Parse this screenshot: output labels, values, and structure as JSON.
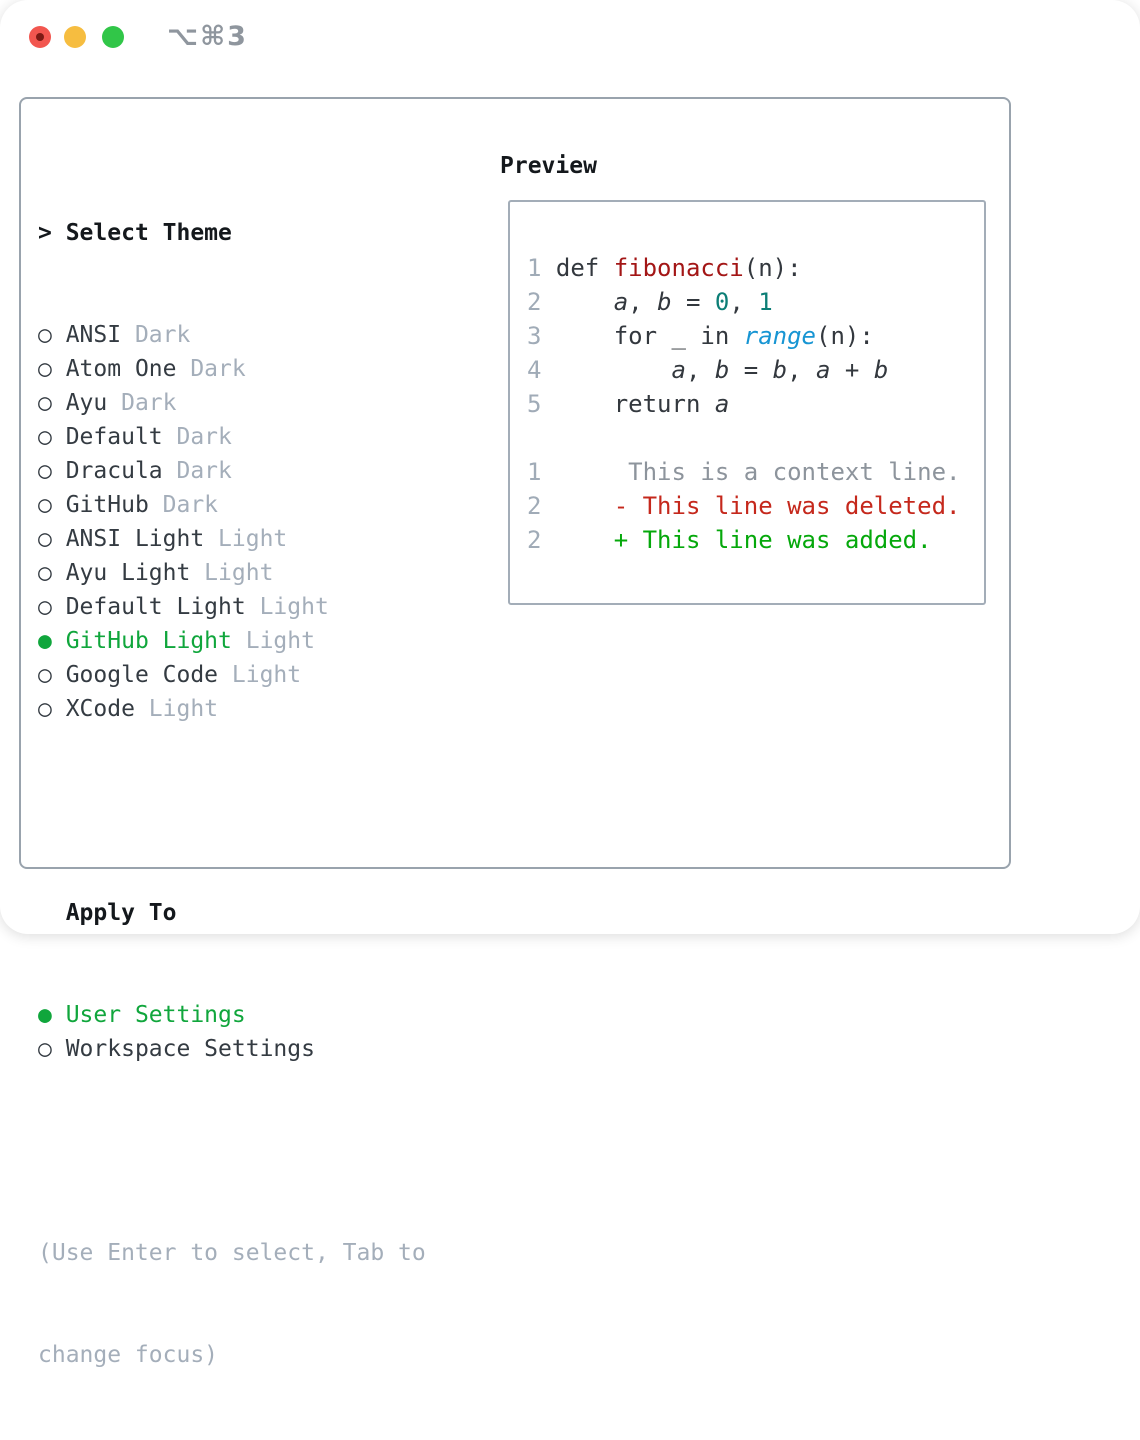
{
  "titlebar": {
    "shortcut": "⌥⌘3",
    "traffic_lights": [
      "close",
      "minimize",
      "zoom"
    ]
  },
  "markers": {
    "header": "> ",
    "unselected": "○ ",
    "selected": "● "
  },
  "theme_picker": {
    "header": "Select Theme",
    "themes": [
      {
        "name": "ANSI",
        "variant": "Dark",
        "selected": false
      },
      {
        "name": "Atom One",
        "variant": "Dark",
        "selected": false
      },
      {
        "name": "Ayu",
        "variant": "Dark",
        "selected": false
      },
      {
        "name": "Default",
        "variant": "Dark",
        "selected": false
      },
      {
        "name": "Dracula",
        "variant": "Dark",
        "selected": false
      },
      {
        "name": "GitHub",
        "variant": "Dark",
        "selected": false
      },
      {
        "name": "ANSI Light",
        "variant": "Light",
        "selected": false
      },
      {
        "name": "Ayu Light",
        "variant": "Light",
        "selected": false
      },
      {
        "name": "Default Light",
        "variant": "Light",
        "selected": false
      },
      {
        "name": "GitHub Light",
        "variant": "Light",
        "selected": true
      },
      {
        "name": "Google Code",
        "variant": "Light",
        "selected": false
      },
      {
        "name": "XCode",
        "variant": "Light",
        "selected": false
      }
    ],
    "apply_to": {
      "label": "Apply To",
      "options": [
        {
          "name": "User Settings",
          "selected": true
        },
        {
          "name": "Workspace Settings",
          "selected": false
        }
      ]
    },
    "hint_lines": [
      "(Use Enter to select, Tab to",
      "change focus)"
    ]
  },
  "preview": {
    "title": "Preview",
    "lines": [
      {
        "kind": "code",
        "segments": [
          [
            "1 ",
            "lnum"
          ],
          [
            "def ",
            "plain"
          ],
          [
            "fibonacci",
            "func"
          ],
          [
            "(n):",
            "plain"
          ]
        ]
      },
      {
        "kind": "code",
        "segments": [
          [
            "2 ",
            "lnum"
          ],
          [
            "    ",
            "plain"
          ],
          [
            "a",
            "varname"
          ],
          [
            ", ",
            "plain"
          ],
          [
            "b",
            "varname"
          ],
          [
            " = ",
            "plain"
          ],
          [
            "0",
            "numlit"
          ],
          [
            ", ",
            "plain"
          ],
          [
            "1",
            "numlit"
          ]
        ]
      },
      {
        "kind": "code",
        "segments": [
          [
            "3 ",
            "lnum"
          ],
          [
            "    for _ in ",
            "plain"
          ],
          [
            "range",
            "builtin"
          ],
          [
            "(n):",
            "plain"
          ]
        ]
      },
      {
        "kind": "code",
        "segments": [
          [
            "4 ",
            "lnum"
          ],
          [
            "        ",
            "plain"
          ],
          [
            "a",
            "varname"
          ],
          [
            ", ",
            "plain"
          ],
          [
            "b",
            "varname"
          ],
          [
            " = ",
            "plain"
          ],
          [
            "b",
            "varname"
          ],
          [
            ", ",
            "plain"
          ],
          [
            "a",
            "varname"
          ],
          [
            " + ",
            "plain"
          ],
          [
            "b",
            "varname"
          ]
        ]
      },
      {
        "kind": "code",
        "segments": [
          [
            "5 ",
            "lnum"
          ],
          [
            "    return ",
            "plain"
          ],
          [
            "a",
            "varname"
          ]
        ]
      },
      {
        "kind": "blank",
        "segments": []
      },
      {
        "kind": "diff-context",
        "segments": [
          [
            "1",
            "lnum"
          ],
          [
            "      This is a context line.",
            "ctx"
          ]
        ]
      },
      {
        "kind": "diff-deleted",
        "segments": [
          [
            "2",
            "lnum"
          ],
          [
            "     - This line was deleted.",
            "del"
          ]
        ]
      },
      {
        "kind": "diff-added",
        "segments": [
          [
            "2",
            "lnum"
          ],
          [
            "     + This line was added.",
            "add"
          ]
        ]
      }
    ]
  },
  "colors": {
    "accent_green": "#10a63c",
    "muted_gray": "#a4aeba",
    "text_dark": "#343b42",
    "panel_border": "#99a3ad",
    "func_red": "#a31616",
    "number_teal": "#0c7e76",
    "builtin_blue": "#1795d3",
    "diff_deleted_red": "#c5281c",
    "diff_added_green": "#05a80b",
    "traffic_red": "#f2564f",
    "traffic_yellow": "#f6bd40",
    "traffic_green": "#31c648"
  }
}
